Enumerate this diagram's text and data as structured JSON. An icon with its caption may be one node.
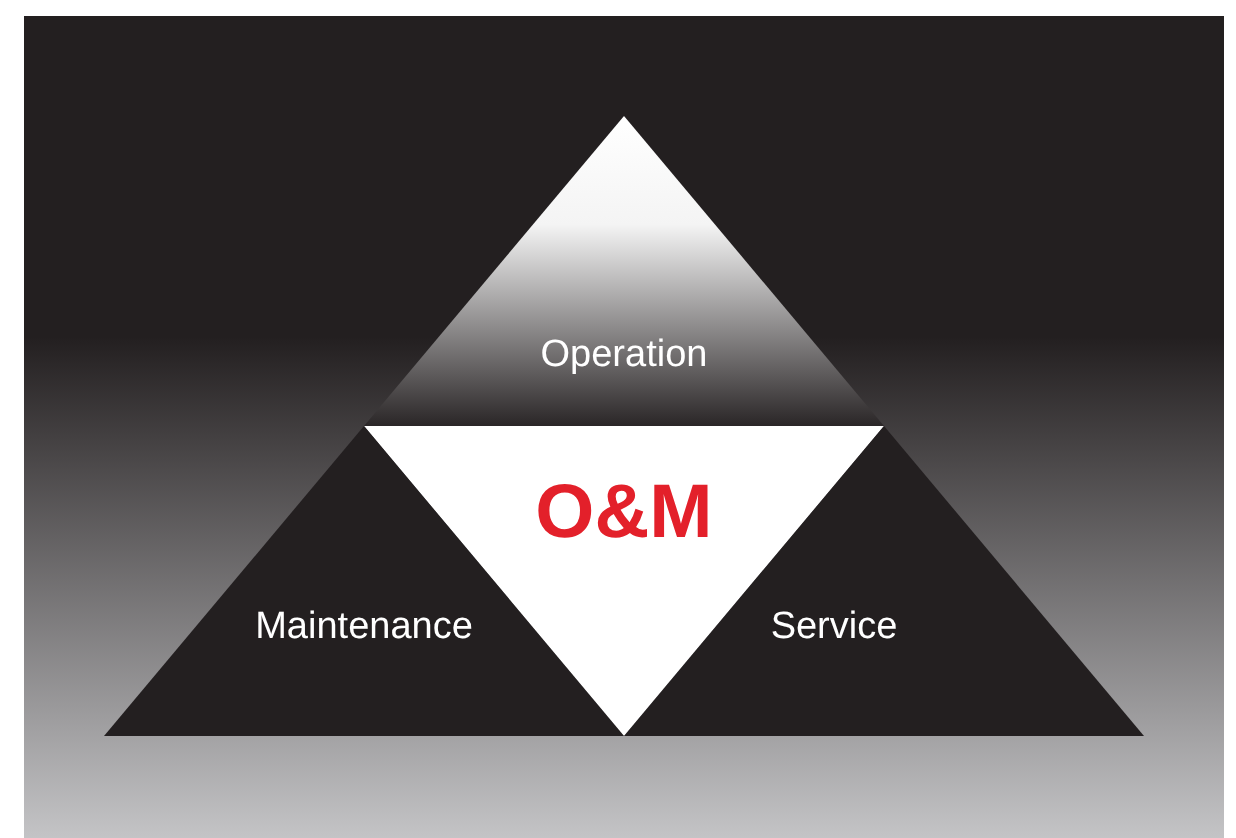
{
  "diagram": {
    "nodes": [
      {
        "text": [
          "Operation"
        ]
      },
      {
        "text": [
          "O&M"
        ]
      },
      {
        "text": [
          "Maintenance"
        ]
      },
      {
        "text": [
          "Service"
        ]
      }
    ]
  }
}
